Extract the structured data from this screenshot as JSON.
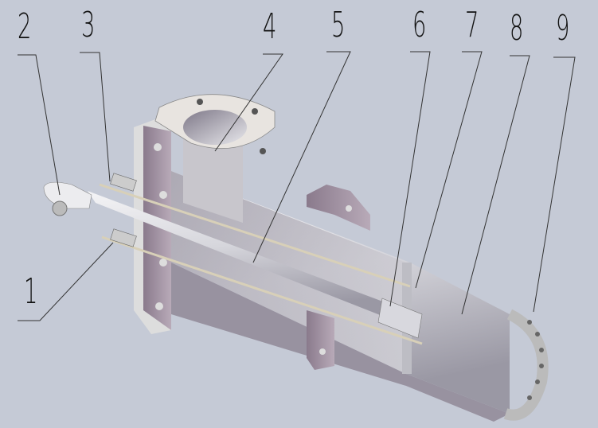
{
  "labels": [
    "1",
    "2",
    "3",
    "4",
    "5",
    "6",
    "7",
    "8",
    "9"
  ],
  "colors": {
    "background": "#c5cad6",
    "metal": "#e6e6ea",
    "flange": "#a89aa8"
  }
}
